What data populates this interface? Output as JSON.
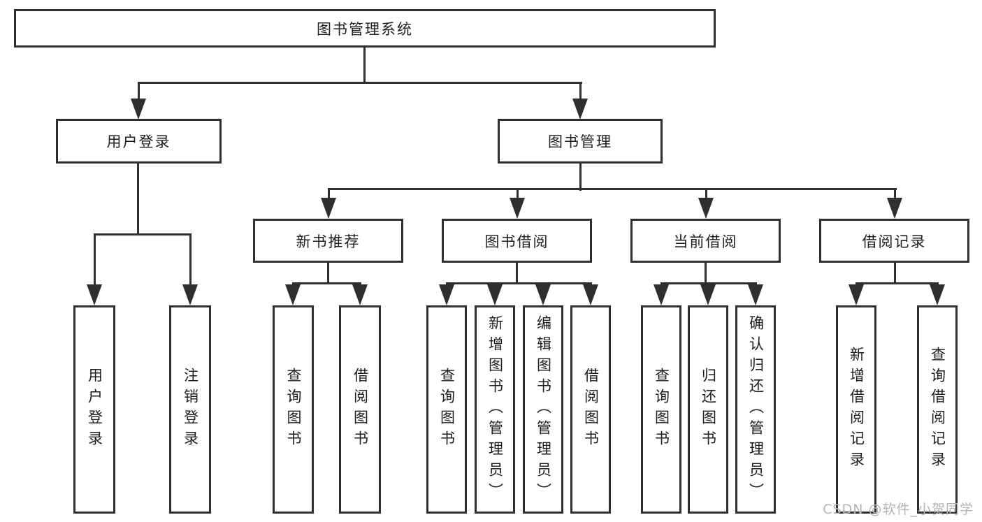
{
  "nodes": {
    "root": "图书管理系统",
    "level2": [
      "用户登录",
      "图书管理"
    ],
    "level3": [
      "新书推荐",
      "图书借阅",
      "当前借阅",
      "借阅记录"
    ],
    "leaves": {
      "user_login": [
        "用户登录",
        "注销登录"
      ],
      "new_books": [
        "查询图书",
        "借阅图书"
      ],
      "book_borrow": [
        "查询图书",
        "新增图书（管理员）",
        "编辑图书（管理员）",
        "借阅图书"
      ],
      "current_borrow": [
        "查询图书",
        "归还图书",
        "确认归还（管理员）"
      ],
      "borrow_records": [
        "新增借阅记录",
        "查询借阅记录"
      ]
    }
  },
  "watermark": {
    "text": "CSDN @软件_小贺同学"
  },
  "colors": {
    "line": "#2f2f2f",
    "text": "#1d1d1d",
    "background": "#ffffff",
    "watermark": "#b3b3b3"
  }
}
